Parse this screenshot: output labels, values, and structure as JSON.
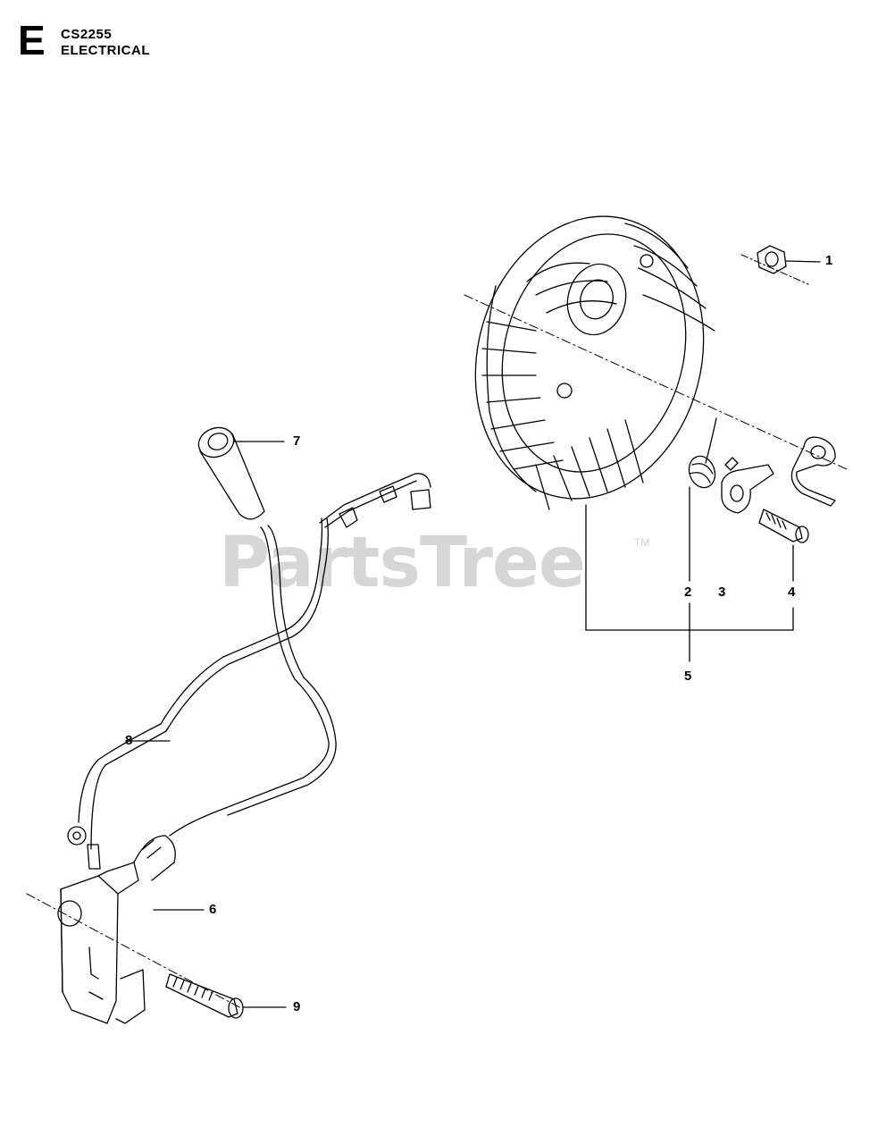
{
  "header": {
    "section_letter": "E",
    "model": "CS2255",
    "section_title": "ELECTRICAL"
  },
  "watermark": {
    "brand": "PartsTree",
    "trademark": "TM"
  },
  "callouts": {
    "c1": "1",
    "c2": "2",
    "c3": "3",
    "c4": "4",
    "c5": "5",
    "c6": "6",
    "c7": "7",
    "c8": "8",
    "c9": "9"
  },
  "colors": {
    "line": "#000000",
    "watermark": "#d6d6d6"
  }
}
